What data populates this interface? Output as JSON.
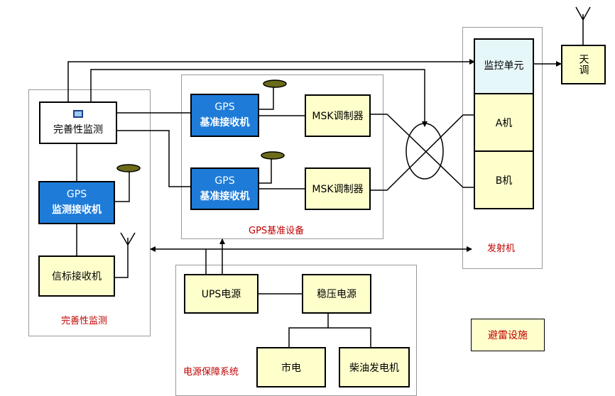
{
  "groups": {
    "integrity_monitoring": "完善性监测",
    "gps_reference": "GPS基准设备",
    "transmitter": "发射机",
    "power_system": "电源保障系统"
  },
  "boxes": {
    "integrity_monitor": "完善性监测",
    "gps_monitor_receiver_line1": "GPS",
    "gps_monitor_receiver_line2": "监测接收机",
    "beacon_receiver": "信标接收机",
    "gps_ref_receiver_1_line1": "GPS",
    "gps_ref_receiver_1_line2": "基准接收机",
    "gps_ref_receiver_2_line1": "GPS",
    "gps_ref_receiver_2_line2": "基准接收机",
    "msk_modulator_1": "MSK调制器",
    "msk_modulator_2": "MSK调制器",
    "monitor_control_unit": "监控单元",
    "machine_a": "A机",
    "machine_b": "B机",
    "antenna_tuner": "天调",
    "ups_power": "UPS电源",
    "regulated_power": "稳压电源",
    "mains_power": "市电",
    "diesel_generator": "柴油发电机",
    "lightning_protection": "避雷设施"
  },
  "colors": {
    "box_fill": "#ffffcc",
    "receiver_fill": "#1e7bd8",
    "label_red": "#c00000",
    "monitor_unit_fill": "#e6f7fa"
  }
}
